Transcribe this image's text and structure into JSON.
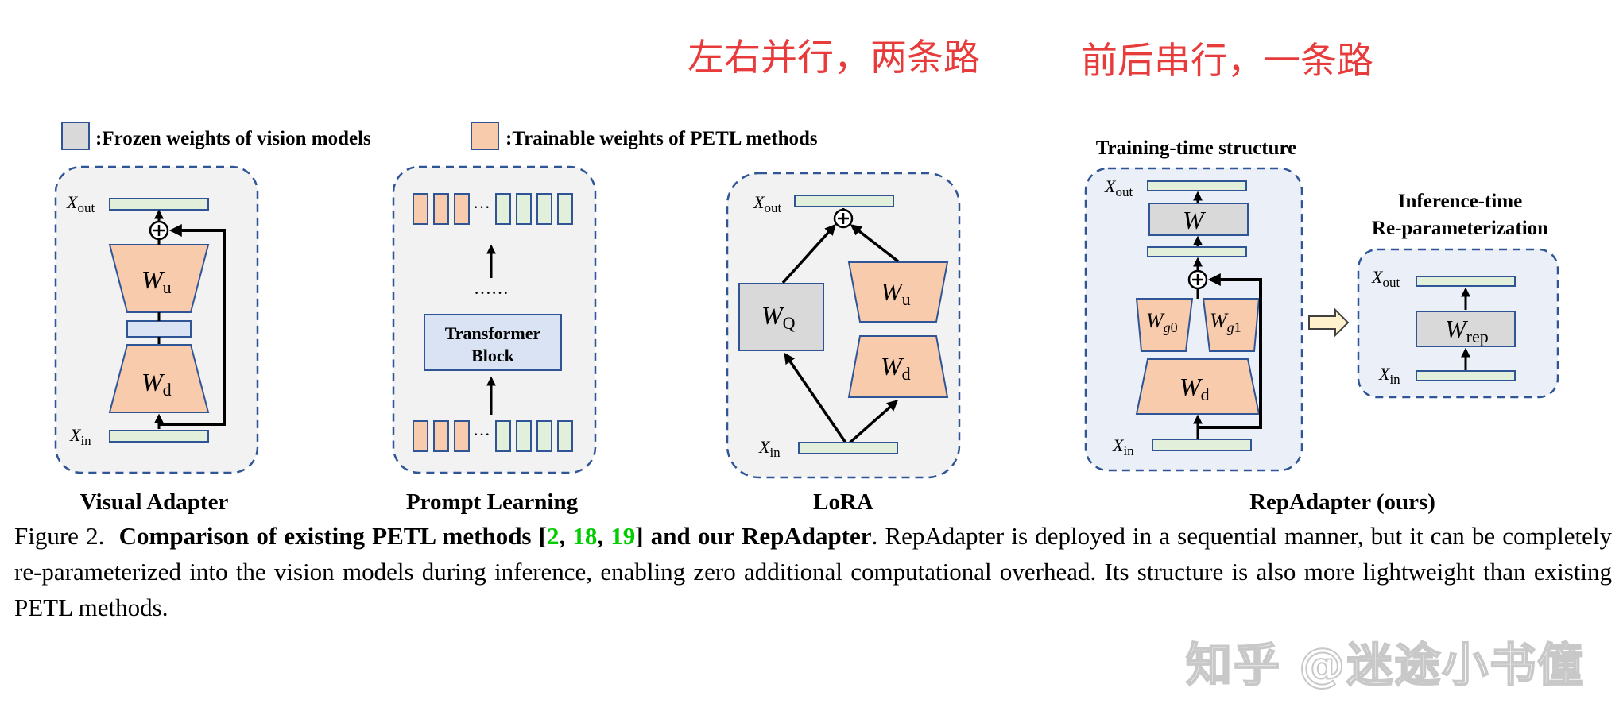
{
  "annotations": {
    "left": "左右并行，两条路",
    "right": "前后串行，一条路"
  },
  "legend": {
    "frozen": ":Frozen weights  of vision models",
    "trainable": ":Trainable weights  of PETL methods"
  },
  "panels": {
    "visual_adapter": {
      "title": "Visual Adapter"
    },
    "prompt_learning": {
      "title": "Prompt Learning",
      "block": [
        "Transformer",
        "Block"
      ],
      "ellipsis": "……",
      "dots": "···"
    },
    "lora": {
      "title": "LoRA"
    },
    "repadapter": {
      "title": "RepAdapter (ours)",
      "training_title": "Training-time structure",
      "inference_title": [
        "Inference-time",
        "Re-parameterization"
      ]
    }
  },
  "caption": {
    "label": "Figure 2.",
    "bold_lead": "Comparison of existing PETL methods [",
    "cites": [
      "2",
      "18",
      "19"
    ],
    "bold_tail": "] and our RepAdapter",
    "text": ".  RepAdapter is deployed in a sequential manner, but it can be completely re-parameterized into the vision models during inference, enabling zero additional computational overhead.  Its structure is also more lightweight than existing PETL methods."
  },
  "watermark": "知乎 @迷途小书僮",
  "colors": {
    "frozen": "#d9d9d9",
    "trainable": "#f8cbad",
    "embed": "#e2efda",
    "block": "#dae3f3",
    "panel_bg": "#f2f2f2",
    "panel_border": "#2f5597",
    "annotation": "#e83c3c"
  }
}
